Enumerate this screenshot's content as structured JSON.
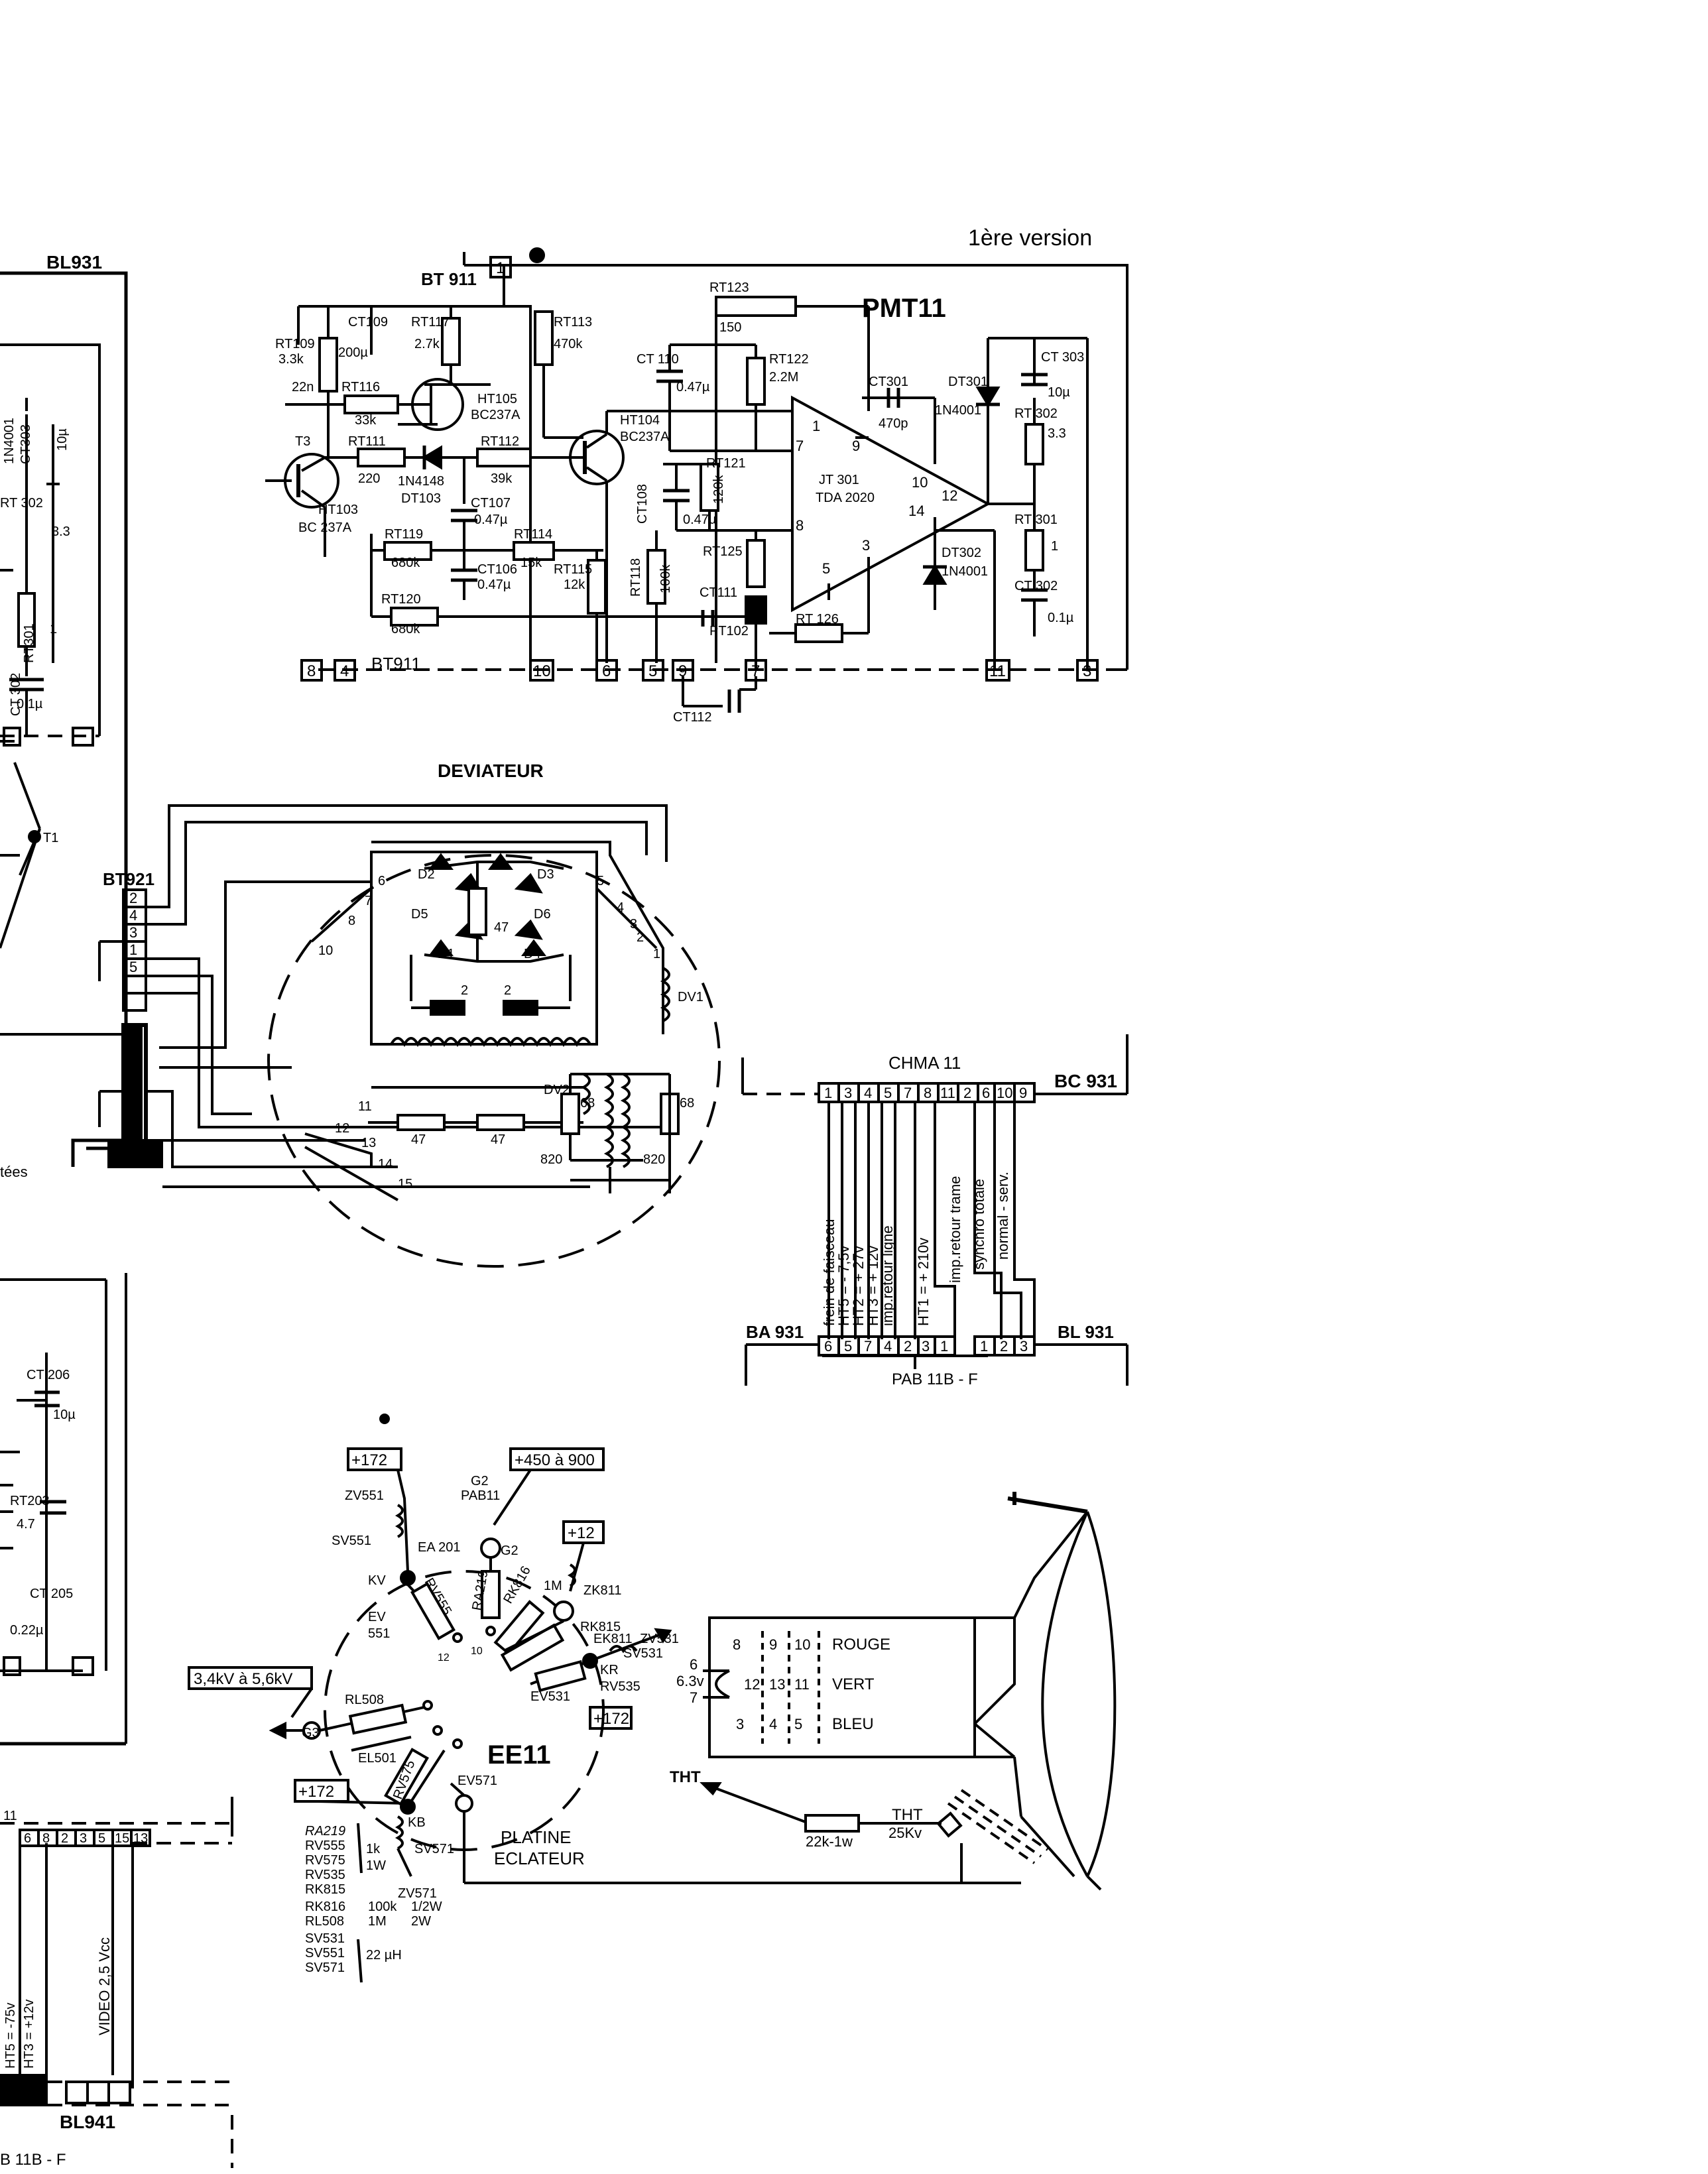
{
  "header": {
    "version": "1ère version"
  },
  "pmt11": {
    "title": "PMT11",
    "connector_top": "BT 911",
    "connector_bottom": "BT911",
    "pin_labels": [
      "1",
      "8",
      "4",
      "10",
      "6",
      "5",
      "9",
      "7",
      "11",
      "3"
    ],
    "components": [
      "RT109",
      "3.3k",
      "CT109",
      "200µ",
      "RT117",
      "2.7k",
      "RT113",
      "470k",
      "22n",
      "RT116",
      "33k",
      "HT105",
      "BC237A",
      "T3",
      "RT111",
      "220",
      "1N4148",
      "DT103",
      "RT112",
      "39k",
      "HT103",
      "BC 237A",
      "CT107",
      "0.47µ",
      "RT119",
      "680k",
      "RT114",
      "15k",
      "CT106",
      "0.47µ",
      "RT115",
      "12k",
      "RT120",
      "680k",
      "RT123",
      "150",
      "CT 110",
      "0.47µ",
      "RT122",
      "2.2M",
      "HT104",
      "BC237A",
      "CT108",
      "0.47µ",
      "RT121",
      "120k",
      "RT118",
      "100k",
      "RT125",
      "CT111",
      "PT102",
      "RT 126",
      "CT112",
      "CT301",
      "470p",
      "DT301",
      "1N4001",
      "JT 301",
      "TDA 2020",
      "DT302",
      "1N4001",
      "CT 303",
      "10µ",
      "RT 302",
      "3.3",
      "RT 301",
      "1",
      "CT 302",
      "0.1µ"
    ],
    "ic_pins": [
      "1",
      "9",
      "10",
      "12",
      "14",
      "7",
      "8",
      "5",
      "3"
    ]
  },
  "left_fragment": {
    "title": "BL931",
    "components": [
      "1N4001",
      "CT303",
      "10µ",
      "RT 302",
      "3.3",
      "RT301",
      "1",
      "CT 302",
      "0.1µ",
      "T1",
      "BT921"
    ],
    "pins": [
      "2",
      "4",
      "3",
      "1",
      "5"
    ],
    "tee_label": "tées",
    "lower_components": [
      "CT 206",
      "10µ",
      "RT203",
      "4.7",
      "CT 205",
      "0.22µ"
    ],
    "bottom_pins": [
      "6",
      "8",
      "2",
      "3",
      "5",
      "15",
      "13"
    ],
    "bottom_labels": [
      "HT5 = -75v",
      "HT3 = +12v",
      "VIDEO 2,5 Vcc"
    ],
    "bottom_connector": "BL941",
    "bottom_board": "B 11B - F",
    "partial_11": "11"
  },
  "deviateur": {
    "title": "DEVIATEUR",
    "labels": [
      "D2",
      "D3",
      "D5",
      "D6",
      "47",
      "D1",
      "D4",
      "2",
      "2",
      "6",
      "7",
      "8",
      "10",
      "5",
      "4",
      "3",
      "2",
      "1",
      "DV1",
      "DV2",
      "11",
      "12",
      "13",
      "14",
      "15",
      "47",
      "47",
      "68",
      "68",
      "820",
      "820"
    ]
  },
  "chma": {
    "title": "CHMA 11",
    "top_connector": "BC 931",
    "top_pins": [
      "1",
      "3",
      "4",
      "5",
      "7",
      "8",
      "11",
      "2",
      "6",
      "10",
      "9"
    ],
    "signals": [
      "frein de faisceau",
      "HT5 = - 7,5v",
      "HT2 = + 27v",
      "HT3 = + 12v",
      "imp.retour ligne",
      "HT1 = + 210v",
      "imp.retour trame",
      "synchro totale",
      "normal - serv."
    ],
    "bottom_left_connector": "BA 931",
    "bottom_left_pins": [
      "6",
      "5",
      "7",
      "4",
      "2",
      "3",
      "1"
    ],
    "bottom_right_connector": "BL 931",
    "bottom_right_pins": [
      "1",
      "2",
      "3"
    ],
    "board": "PAB 11B - F"
  },
  "ee11": {
    "title": "EE11",
    "label_platine": "PLATINE",
    "label_eclateur": "ECLATEUR",
    "supplies": [
      "+172",
      "+450 à 900",
      "+12",
      "3,4kV à 5,6kV",
      "+172",
      "+172"
    ],
    "labels": [
      "G2",
      "PAB11",
      "ZV551",
      "SV551",
      "KV",
      "EA 201",
      "RV555",
      "G2",
      "RA219",
      "RK816",
      "1M",
      "ZK811",
      "RK815",
      "EK811",
      "ZV531",
      "SV531",
      "EV",
      "551",
      "12",
      "10",
      "KR",
      "RV535",
      "EV531",
      "G3",
      "RL508",
      "EL501",
      "RV575",
      "EV571",
      "KB",
      "SV571",
      "ZV571"
    ],
    "legend": {
      "group1": [
        "RA219",
        "RV555",
        "RV575",
        "RV535",
        "RK815"
      ],
      "group1_value": [
        "1k",
        "1W"
      ],
      "row_rk816": [
        "RK816",
        "100k",
        "1/2W"
      ],
      "row_rl508": [
        "RL508",
        "1M",
        "2W"
      ],
      "group2": [
        "SV531",
        "SV551",
        "SV571"
      ],
      "group2_value": "22 µH"
    }
  },
  "crt": {
    "rows": [
      {
        "pins": [
          "8",
          "9",
          "10"
        ],
        "label": "ROUGE"
      },
      {
        "pins": [
          "12",
          "13",
          "11"
        ],
        "label": "VERT"
      },
      {
        "pins": [
          "3",
          "4",
          "5"
        ],
        "label": "BLEU"
      }
    ],
    "heater": [
      "6",
      "6.3v",
      "7"
    ],
    "tht_left": "THT",
    "resistor": "22k-1w",
    "tht_right": "THT",
    "tht_value": "25Kv"
  }
}
